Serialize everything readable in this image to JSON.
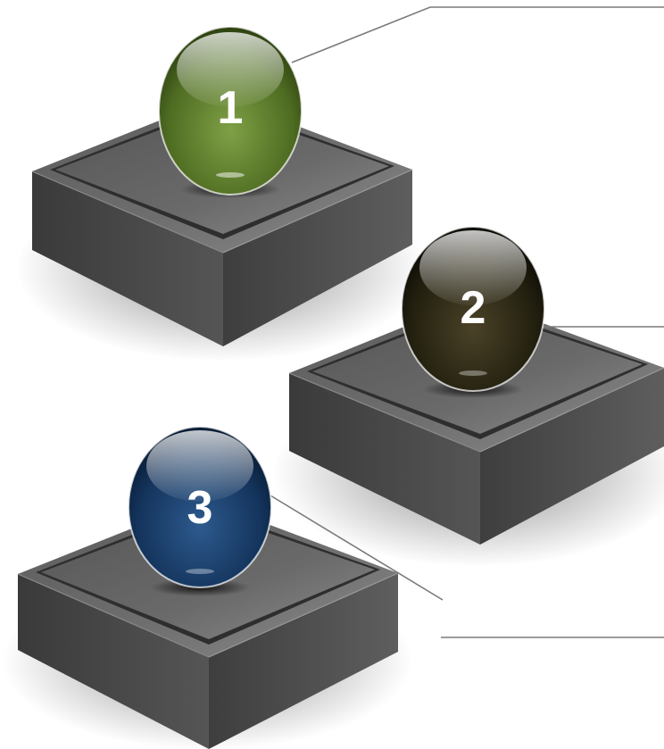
{
  "steps": [
    {
      "number": "1",
      "color": "#5a7a2a"
    },
    {
      "number": "2",
      "color": "#2a2616"
    },
    {
      "number": "3",
      "color": "#13315a"
    }
  ]
}
